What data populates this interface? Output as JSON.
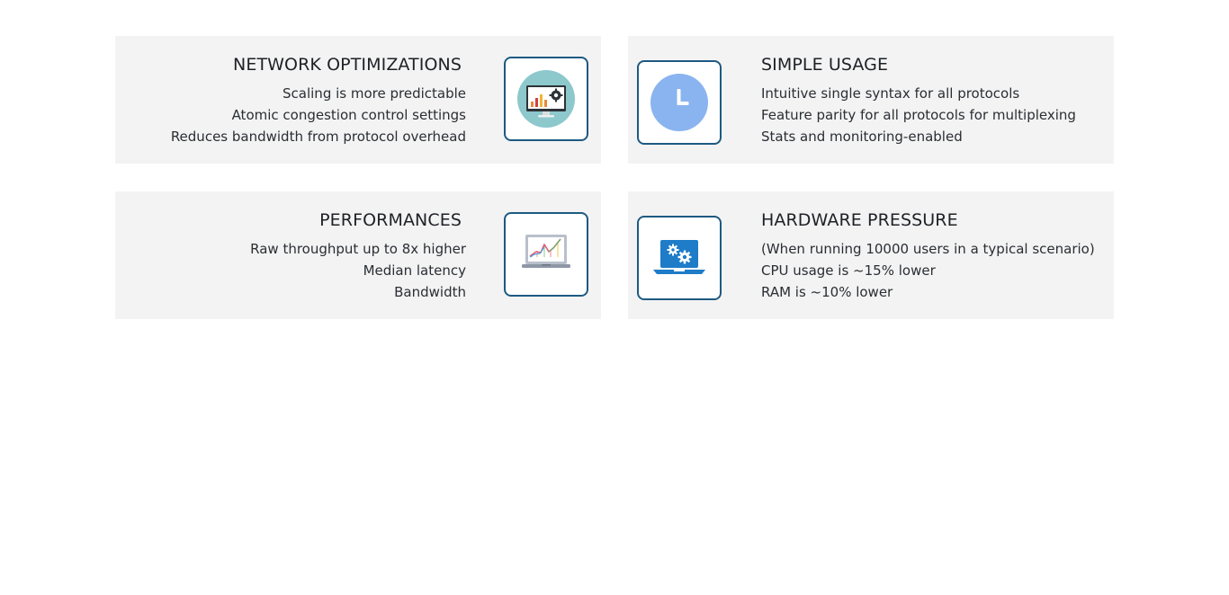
{
  "features": [
    {
      "title": "NETWORK OPTIMIZATIONS",
      "icon": "monitor-chart-gear-icon",
      "lines": [
        "Scaling is more predictable",
        "Atomic congestion control settings",
        "Reduces bandwidth from protocol overhead"
      ]
    },
    {
      "title": "SIMPLE USAGE",
      "icon": "clock-icon",
      "lines": [
        "Intuitive single syntax for all protocols",
        "Feature parity for all protocols for multiplexing",
        "Stats and monitoring-enabled"
      ]
    },
    {
      "title": "PERFORMANCES",
      "icon": "laptop-line-chart-icon",
      "lines": [
        "Raw throughput up to 8x higher",
        "Median latency",
        "Bandwidth"
      ]
    },
    {
      "title": "HARDWARE PRESSURE",
      "icon": "laptop-gears-icon",
      "lines": [
        "(When running 10000 users in a typical scenario)",
        "CPU usage is ~15% lower",
        "RAM is ~10% lower"
      ]
    }
  ],
  "colors": {
    "card_background": "#f3f3f3",
    "icon_border": "#1d5a82",
    "clock_blue": "#8ab4ef",
    "laptop_blue": "#1e7cc8",
    "teal_circle": "#8cc8cc"
  }
}
